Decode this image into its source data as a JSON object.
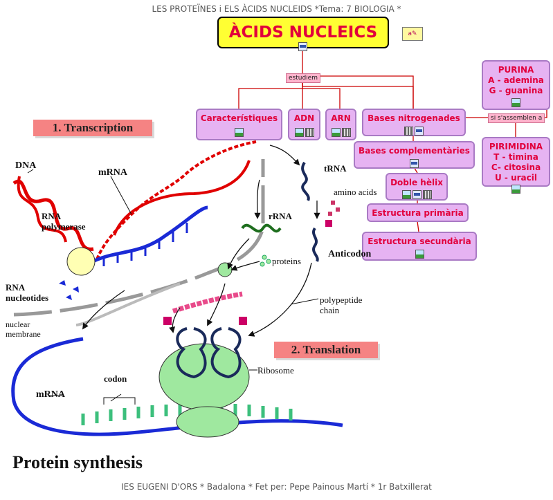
{
  "header": "LES PROTEÏNES i ELS ÀCIDS NUCLEIDS  *Tema: 7 BIOLOGIA *",
  "footer": "IES EUGENI D'ORS * Badalona * Fet per: Pepe Painous Martí * 1r Batxillerat",
  "main_title": "ÀCIDS NUCLEICS",
  "links": {
    "estudiem": "estudiem",
    "sassemblen": "si  s'assemblen a"
  },
  "nodes": {
    "caracteristiques": "Característiques",
    "adn": "ADN",
    "arn": "ARN",
    "bases_nitrogenades": "Bases nitrogenades",
    "bases_complementaries": "Bases complementàries",
    "doble_helix": "Doble hèlix",
    "estructura_primaria": "Estructura primària",
    "estructura_secundaria": "Estructura secundària",
    "purina": [
      "PURINA",
      "A - ademina",
      "G - guanina"
    ],
    "pirimidina": [
      "PIRIMIDINA",
      "T - timina",
      "C- citosina",
      "U - uracil"
    ]
  },
  "figure": {
    "banner_transcription": "1. Transcription",
    "banner_translation": "2. Translation",
    "title": "Protein synthesis",
    "labels": {
      "dna": "DNA",
      "mrna_top": "mRNA",
      "rna_polymerase": "RNA polymerase",
      "rna_nucleotides": "RNA nucleotides",
      "nuclear_membrane": "nuclear membrane",
      "trna": "tRNA",
      "amino_acids": "amino acids",
      "rrna": "rRNA",
      "proteins": "proteins",
      "anticodon": "Anticodon",
      "polypeptide_chain": "polypeptide chain",
      "ribosome": "Ribosome",
      "codon": "codon",
      "mrna_bottom": "mRNA"
    }
  },
  "colors": {
    "title_bg": "#ffff33",
    "title_text": "#e1003c",
    "node_bg": "#e6b3f2",
    "connector": "#cc0000",
    "banner_bg": "#f58383"
  }
}
